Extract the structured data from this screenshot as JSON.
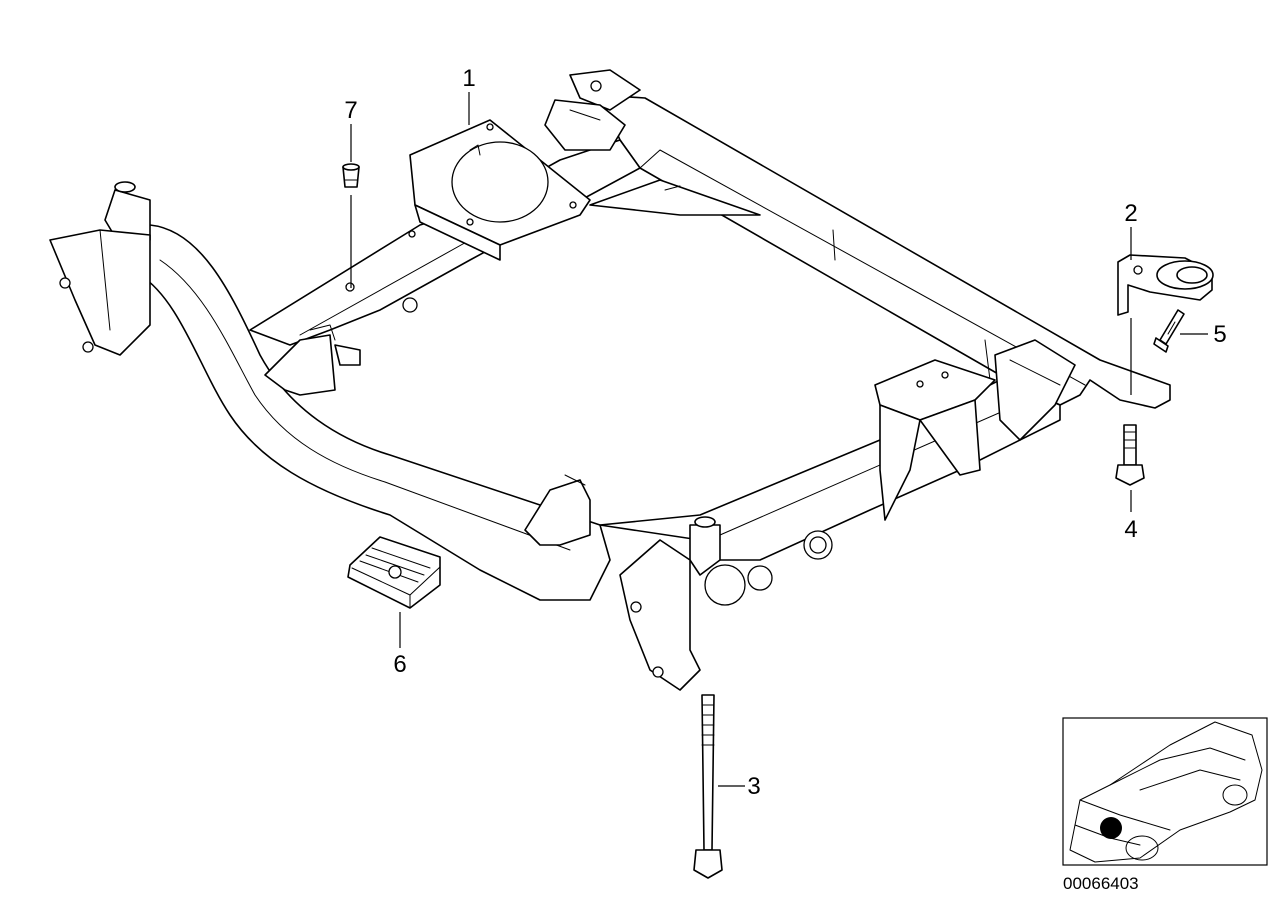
{
  "callouts": {
    "c1": "1",
    "c2": "2",
    "c3": "3",
    "c4": "4",
    "c5": "5",
    "c6": "6",
    "c7": "7"
  },
  "diagram_code": "00066403",
  "icons": {
    "main": "front-axle-carrier-drawing",
    "thumbnail": "car-location-thumbnail",
    "marker": "location-dot-icon"
  },
  "colors": {
    "line": "#000000",
    "background": "#ffffff",
    "marker": "#000000"
  }
}
